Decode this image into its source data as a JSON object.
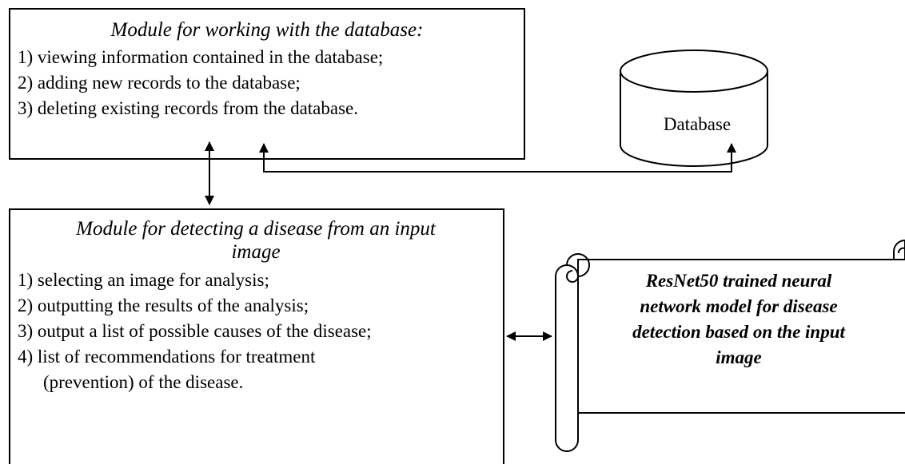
{
  "db_module": {
    "title": "Module for working with the database:",
    "items": [
      "1)  viewing information contained in the database;",
      "2)  adding new records to the database;",
      "3)  deleting existing records from the database."
    ]
  },
  "database": {
    "label": "Database"
  },
  "detect_module": {
    "title_line1": "Module for detecting a disease from an input",
    "title_line2": "image",
    "items": [
      "1)  selecting an image for analysis;",
      "2)  outputting the results of the analysis;",
      "3)  output a list of possible causes of the disease;",
      "4)  list of recommendations for treatment",
      "(prevention) of the disease."
    ]
  },
  "model": {
    "lines": [
      "ResNet50 trained neural",
      "network model for disease",
      "detection based on the input",
      "image"
    ]
  }
}
